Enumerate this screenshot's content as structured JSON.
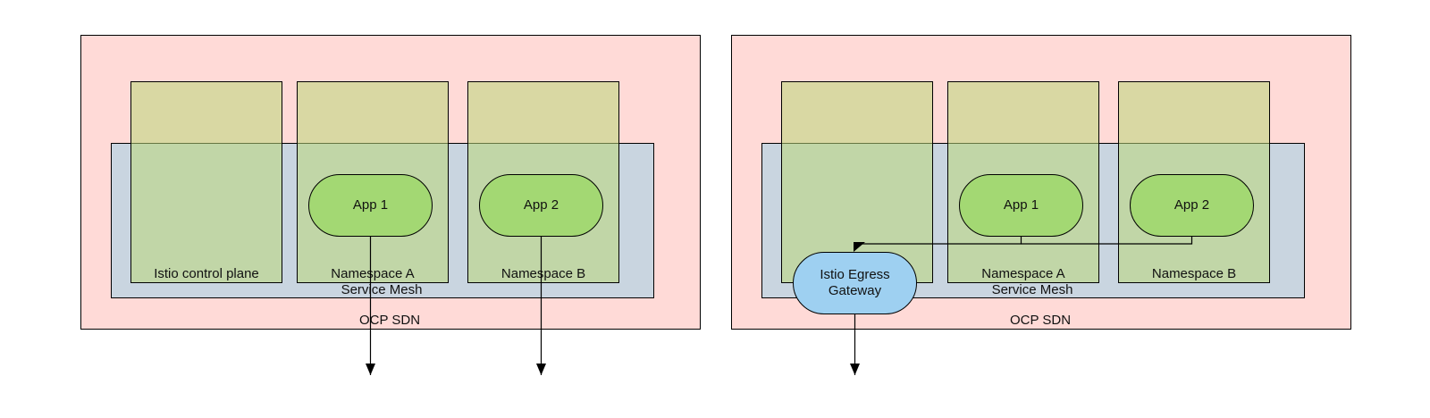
{
  "left": {
    "sdn_label": "OCP SDN",
    "mesh_label": "Service Mesh",
    "namespaces": [
      "Istio control plane",
      "Namespace A",
      "Namespace B"
    ],
    "apps": [
      "App 1",
      "App 2"
    ]
  },
  "right": {
    "sdn_label": "OCP SDN",
    "mesh_label": "Service Mesh",
    "namespaces": [
      "",
      "Namespace A",
      "Namespace B"
    ],
    "apps": [
      "App 1",
      "App 2"
    ],
    "gateway": "Istio Egress Gateway"
  },
  "colors": {
    "sdn": "#ffdad7",
    "mesh": "#c9d5e0",
    "namespace": "#d3dca8",
    "app": "#a3d873",
    "gateway": "#9ed0f1"
  }
}
